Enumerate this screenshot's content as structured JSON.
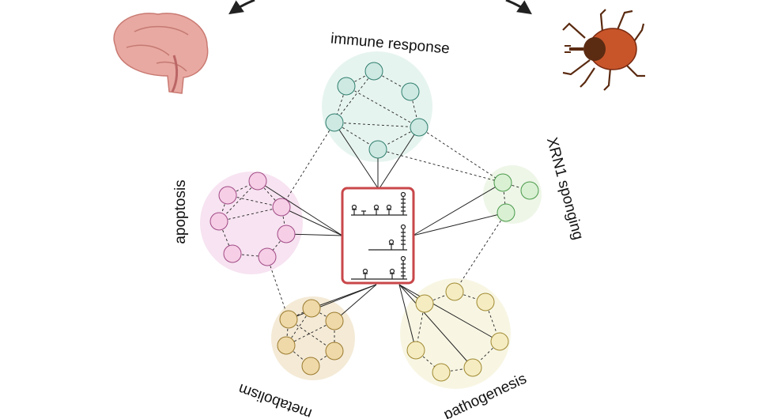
{
  "diagram": {
    "center": {
      "label": "RNA structures",
      "border_color": "#c9474a"
    },
    "modules": [
      {
        "id": "immune",
        "label": "immune response",
        "fill": "#e6f4ef",
        "node_fill": "#cde9e2",
        "node_stroke": "#2f7d6d"
      },
      {
        "id": "xrn1",
        "label": "XRN1 sponging",
        "fill": "#eef6e8",
        "node_fill": "#d9f0d3",
        "node_stroke": "#4a9a4a"
      },
      {
        "id": "apoptosis",
        "label": "apoptosis",
        "fill": "#f7e3f1",
        "node_fill": "#f6cfe6",
        "node_stroke": "#a14a86"
      },
      {
        "id": "metabolism",
        "label": "metabolism",
        "fill": "#f4ead6",
        "node_fill": "#efd9a8",
        "node_stroke": "#9a7a2e"
      },
      {
        "id": "pathogenesis",
        "label": "pathogenesis",
        "fill": "#f8f6e3",
        "node_fill": "#f5ecc2",
        "node_stroke": "#a08a32"
      }
    ],
    "illustrations": [
      {
        "name": "human-brain",
        "label": ""
      },
      {
        "name": "tick",
        "label": ""
      }
    ]
  }
}
